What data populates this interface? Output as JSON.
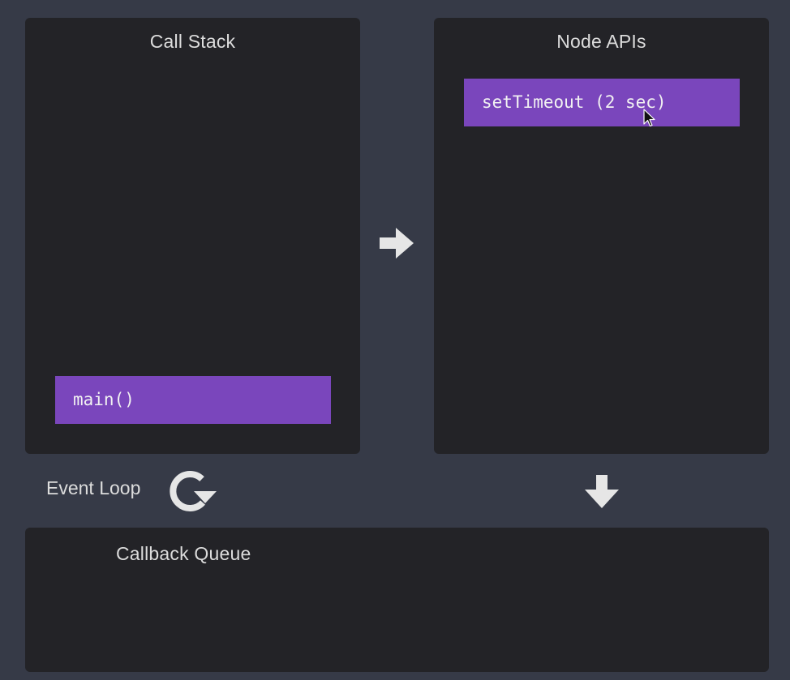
{
  "panels": {
    "call_stack": {
      "title": "Call Stack",
      "frames": [
        "main()"
      ]
    },
    "node_apis": {
      "title": "Node APIs",
      "frames": [
        "setTimeout (2 sec)"
      ]
    },
    "callback_queue": {
      "title": "Callback Queue",
      "frames": []
    }
  },
  "event_loop": {
    "label": "Event Loop",
    "icon": "refresh-icon"
  },
  "arrows": {
    "stack_to_apis": "arrow-right-icon",
    "apis_to_queue": "arrow-down-icon"
  },
  "colors": {
    "background": "#363a47",
    "panel": "#232327",
    "frame": "#7a46bc",
    "text": "#dcdcdc",
    "icon": "#e6e6e6"
  }
}
